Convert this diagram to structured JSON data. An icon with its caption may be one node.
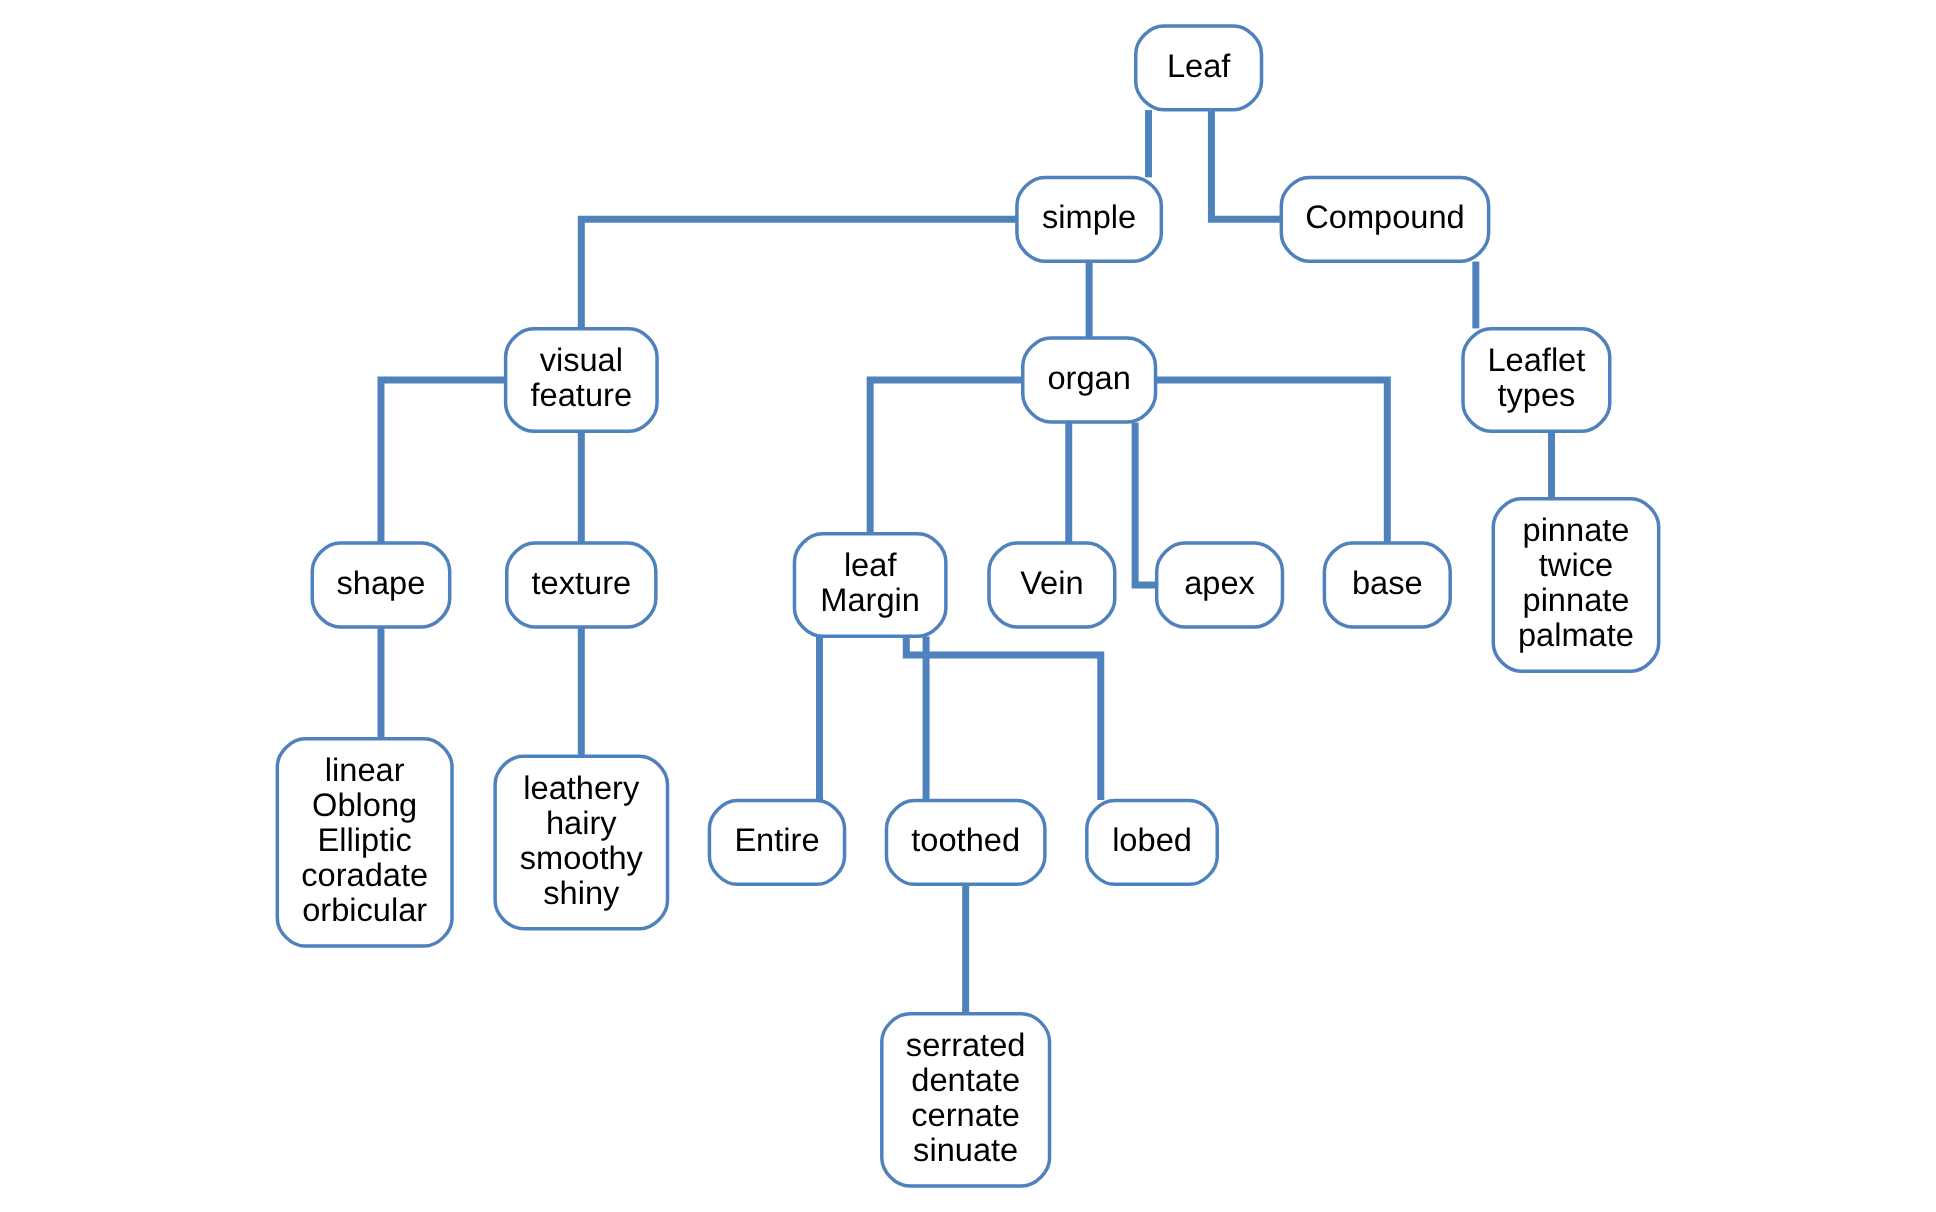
{
  "diagram": {
    "nodes": [
      {
        "text": [
          "Leaf"
        ]
      },
      {
        "text": [
          "simple"
        ]
      },
      {
        "text": [
          "Compound"
        ]
      },
      {
        "text": [
          "visual feature"
        ]
      },
      {
        "text": [
          "organ"
        ]
      },
      {
        "text": [
          "Leaflet types"
        ]
      },
      {
        "text": [
          "shape"
        ]
      },
      {
        "text": [
          "texture"
        ]
      },
      {
        "text": [
          "leaf Margin"
        ]
      },
      {
        "text": [
          "Vein"
        ]
      },
      {
        "text": [
          "apex"
        ]
      },
      {
        "text": [
          "base"
        ]
      },
      {
        "text": [
          "pinnate twice pinnate palmate"
        ]
      },
      {
        "text": [
          "Entire"
        ]
      },
      {
        "text": [
          "toothed"
        ]
      },
      {
        "text": [
          "lobed"
        ]
      },
      {
        "text": [
          "linear Oblong Elliptic coradate orbicular"
        ]
      },
      {
        "text": [
          "leathery hairy smoothy shiny"
        ]
      },
      {
        "text": [
          "serrated dentate cernate sinuate"
        ]
      }
    ],
    "edges": [
      {
        "from": 0,
        "to": 1,
        "arrow": "none"
      },
      {
        "from": 0,
        "to": 2,
        "arrow": "none"
      },
      {
        "from": 1,
        "to": 3,
        "arrow": "none"
      },
      {
        "from": 1,
        "to": 4,
        "arrow": "none"
      },
      {
        "from": 2,
        "to": 5,
        "arrow": "none"
      },
      {
        "from": 5,
        "to": 12,
        "arrow": "none"
      },
      {
        "from": 3,
        "to": 6,
        "arrow": "none"
      },
      {
        "from": 3,
        "to": 7,
        "arrow": "none"
      },
      {
        "from": 6,
        "to": 16,
        "arrow": "none"
      },
      {
        "from": 7,
        "to": 17,
        "arrow": "none"
      },
      {
        "from": 4,
        "to": 8,
        "arrow": "none"
      },
      {
        "from": 4,
        "to": 9,
        "arrow": "none"
      },
      {
        "from": 4,
        "to": 10,
        "arrow": "none"
      },
      {
        "from": 4,
        "to": 11,
        "arrow": "none"
      },
      {
        "from": 8,
        "to": 13,
        "arrow": "none"
      },
      {
        "from": 8,
        "to": 14,
        "arrow": "none"
      },
      {
        "from": 8,
        "to": 15,
        "arrow": "none"
      },
      {
        "from": 14,
        "to": 18,
        "arrow": "none"
      }
    ]
  }
}
